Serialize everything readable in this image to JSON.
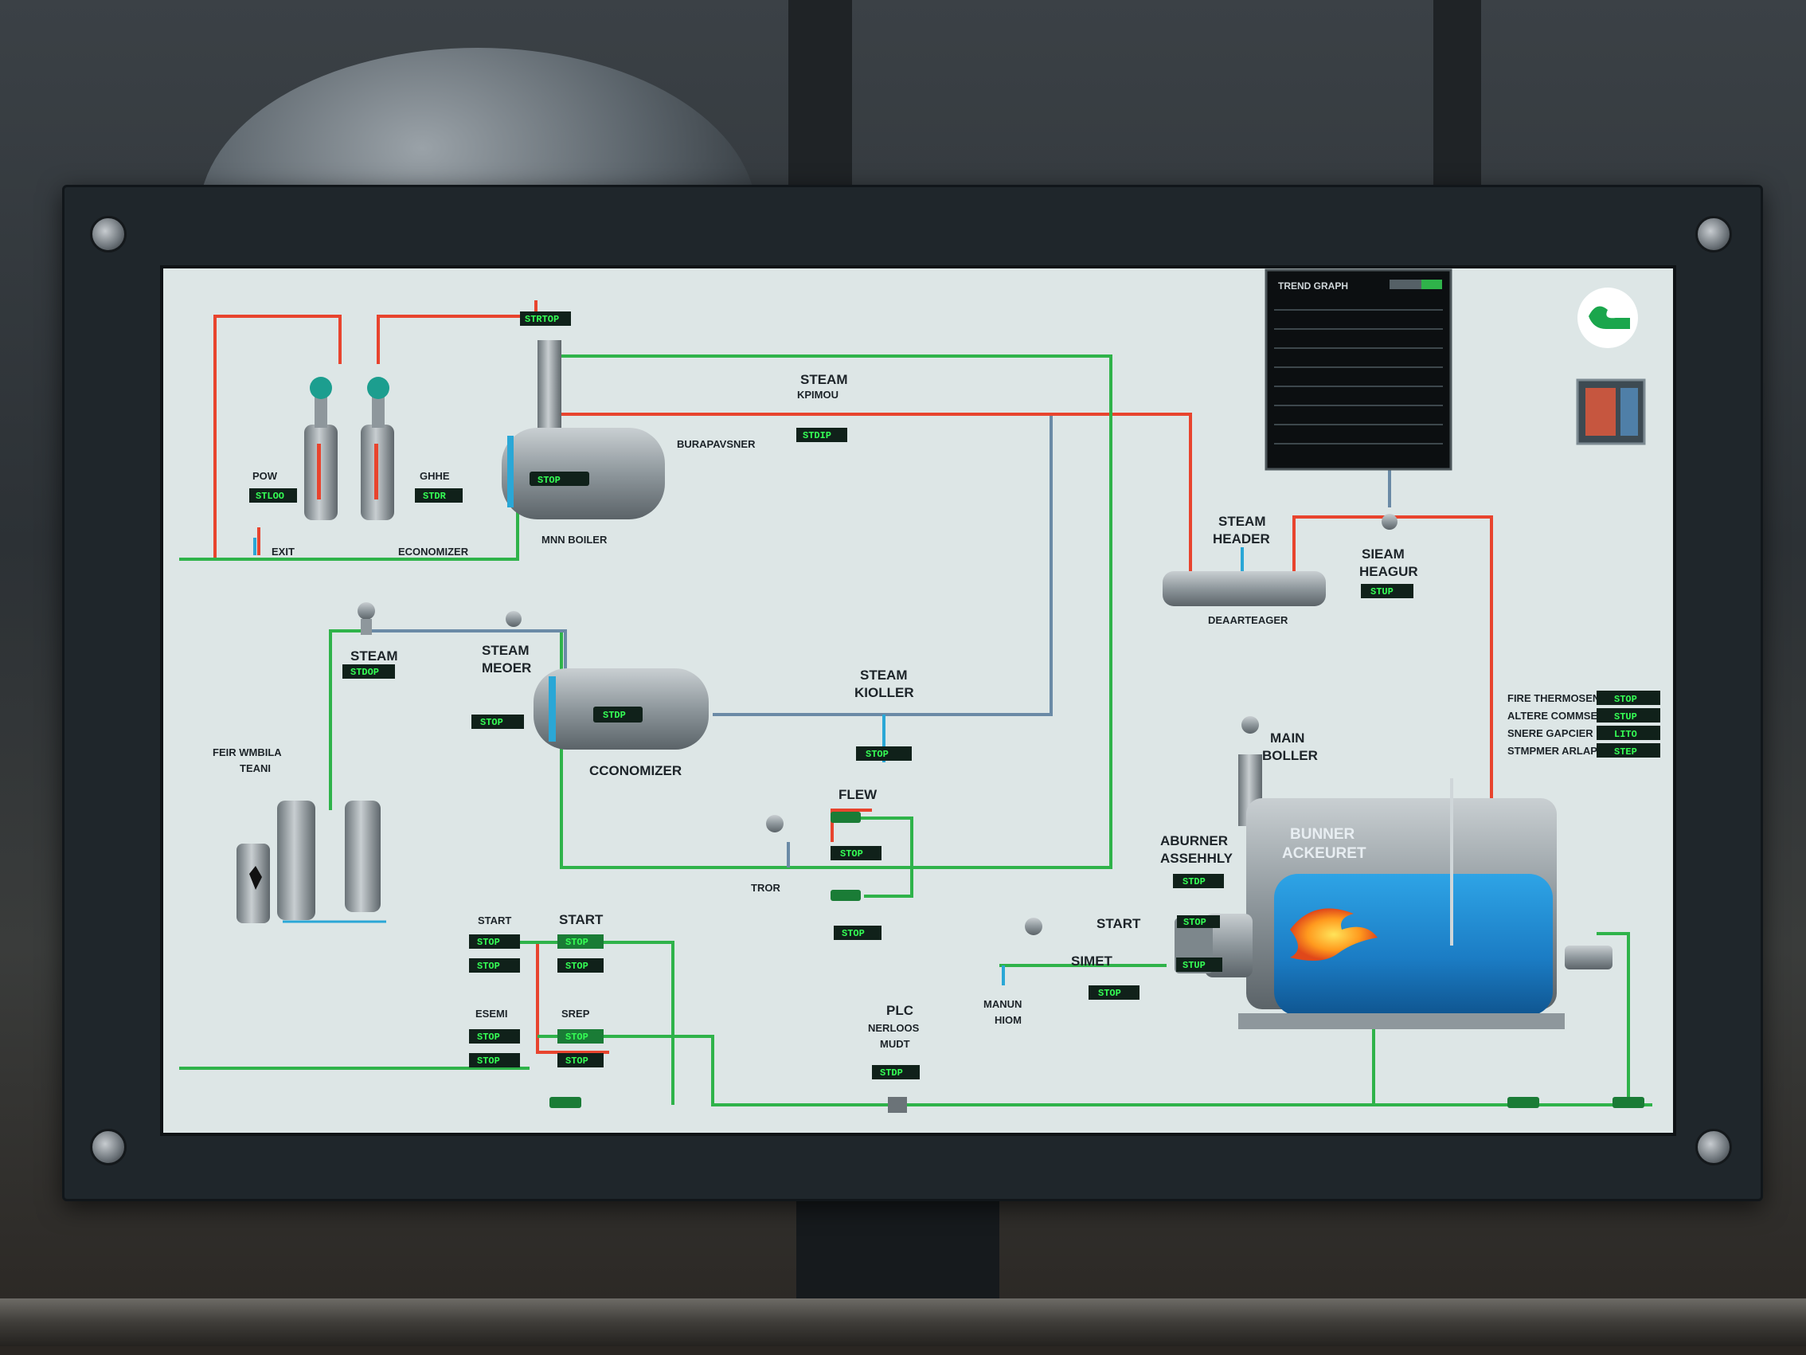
{
  "scene": {
    "title": "Boiler plant HMI panel photo"
  },
  "panel": {
    "top_labels": {
      "pump_left": "POW",
      "pump_right": "GHHE",
      "exit": "EXIT",
      "economizer_top": "ECONOMIZER",
      "main_boiler_top": "MNN BOILER",
      "boiler_side": "BURAPAVSNER",
      "steam_header_top_1": "STEAM",
      "steam_header_top_2": "KPIMOU"
    },
    "mid_labels": {
      "steam_left": "STEAM",
      "steam_meter_1": "STEAM",
      "steam_meter_2": "MEOER",
      "economizer": "CCONOMIZER",
      "steam_boiler_1": "STEAM",
      "steam_boiler_2": "KIOLLER",
      "feed_water_1": "FEIR WMBILA",
      "feed_water_2": "TEANI",
      "flew": "FLEW",
      "tdor": "TROR",
      "steam_header_1": "STEAM",
      "steam_header_2": "HEADER",
      "deaerator": "DEAARTEAGER",
      "steam_header_r1": "SIEAM",
      "steam_header_r2": "HEAGUR",
      "main_boiler_1": "MAIN",
      "main_boiler_2": "BOLLER",
      "burner_1": "ABURNER",
      "burner_2": "ASSEHHLY",
      "burner_asm_1": "BUNNER",
      "burner_asm_2": "ACKEURET",
      "start_mid": "START",
      "simet": "SIMET",
      "manual_1": "MANUN",
      "manual_2": "HIOM",
      "plc_1": "PLC",
      "plc_2": "NERLOOS",
      "plc_3": "MUDT"
    },
    "bottom_left": {
      "start_1": "START",
      "start_2": "START",
      "esemi": "ESEMI",
      "shep": "SREP"
    },
    "displays": {
      "d1": "STRTOP",
      "d2": "STLOO",
      "d3": "STDR",
      "d4": "STDIP",
      "d5": "STOP",
      "d6": "STDOP",
      "d7": "STOP",
      "d8": "STDP",
      "d9": "STOP",
      "d10": "STOP",
      "d11": "STOP",
      "d12": "STUP",
      "d13": "STDP",
      "d14": "STOP",
      "d15": "STUP",
      "d16": "STOP",
      "d17": "STDP",
      "d18": "STOP",
      "d19": "STOP",
      "d20": "STOP",
      "d21": "STOP",
      "d22": "STOP",
      "d23": "STOP",
      "d24": "STOP",
      "d25": "STOP"
    },
    "right_list": [
      {
        "label": "FIRE THERMOSENS",
        "value": "STOP"
      },
      {
        "label": "ALTERE COMMSE",
        "value": "STUP"
      },
      {
        "label": "SNERE GAPCIER",
        "value": "LITO"
      },
      {
        "label": "STMPMER ARLAPRE",
        "value": "STEP"
      }
    ],
    "trend": {
      "title": "TREND GRAPH"
    },
    "colors": {
      "hot_line": "#e8442e",
      "ok_line": "#2fb34a",
      "cold_line": "#6a8aa6",
      "display_text": "#35ff55",
      "screen_bg": "#dde6e6"
    }
  }
}
